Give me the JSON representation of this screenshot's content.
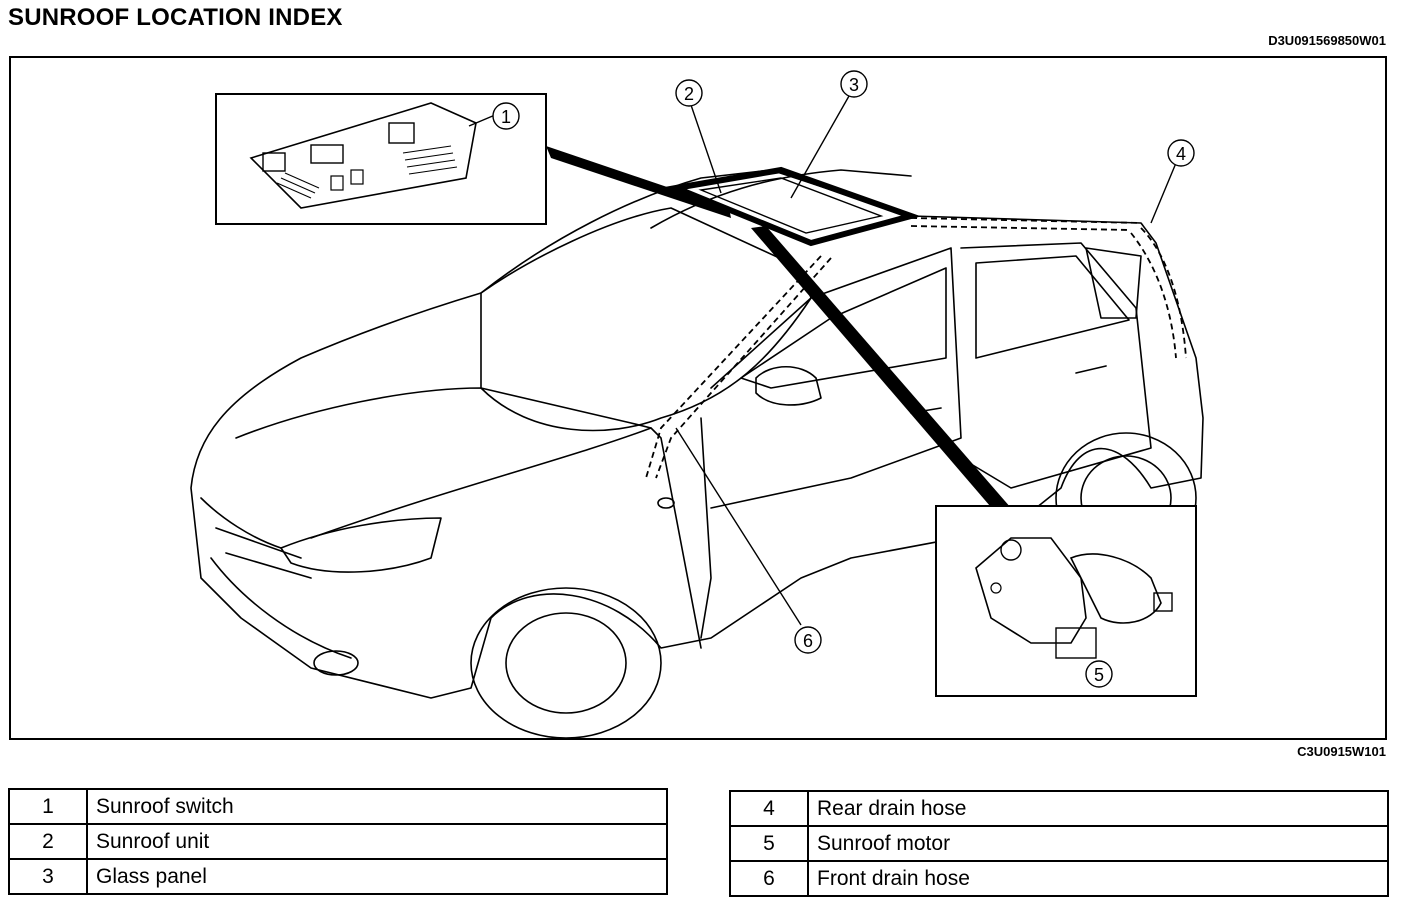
{
  "header": {
    "title": "SUNROOF LOCATION INDEX",
    "doc_code": "D3U091569850W01"
  },
  "figure": {
    "code": "C3U0915W101",
    "callouts": [
      "1",
      "2",
      "3",
      "4",
      "5",
      "6"
    ]
  },
  "legend": {
    "left": [
      {
        "num": "1",
        "label": "Sunroof switch"
      },
      {
        "num": "2",
        "label": "Sunroof unit"
      },
      {
        "num": "3",
        "label": "Glass panel"
      }
    ],
    "right": [
      {
        "num": "4",
        "label": "Rear drain hose"
      },
      {
        "num": "5",
        "label": "Sunroof motor"
      },
      {
        "num": "6",
        "label": "Front drain hose"
      }
    ]
  }
}
